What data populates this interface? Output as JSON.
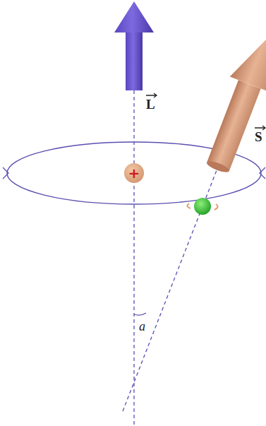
{
  "diagram": {
    "nodes": [
      {
        "text": [
          "+"
        ]
      }
    ],
    "labels": [
      "L",
      "S",
      "a"
    ]
  }
}
